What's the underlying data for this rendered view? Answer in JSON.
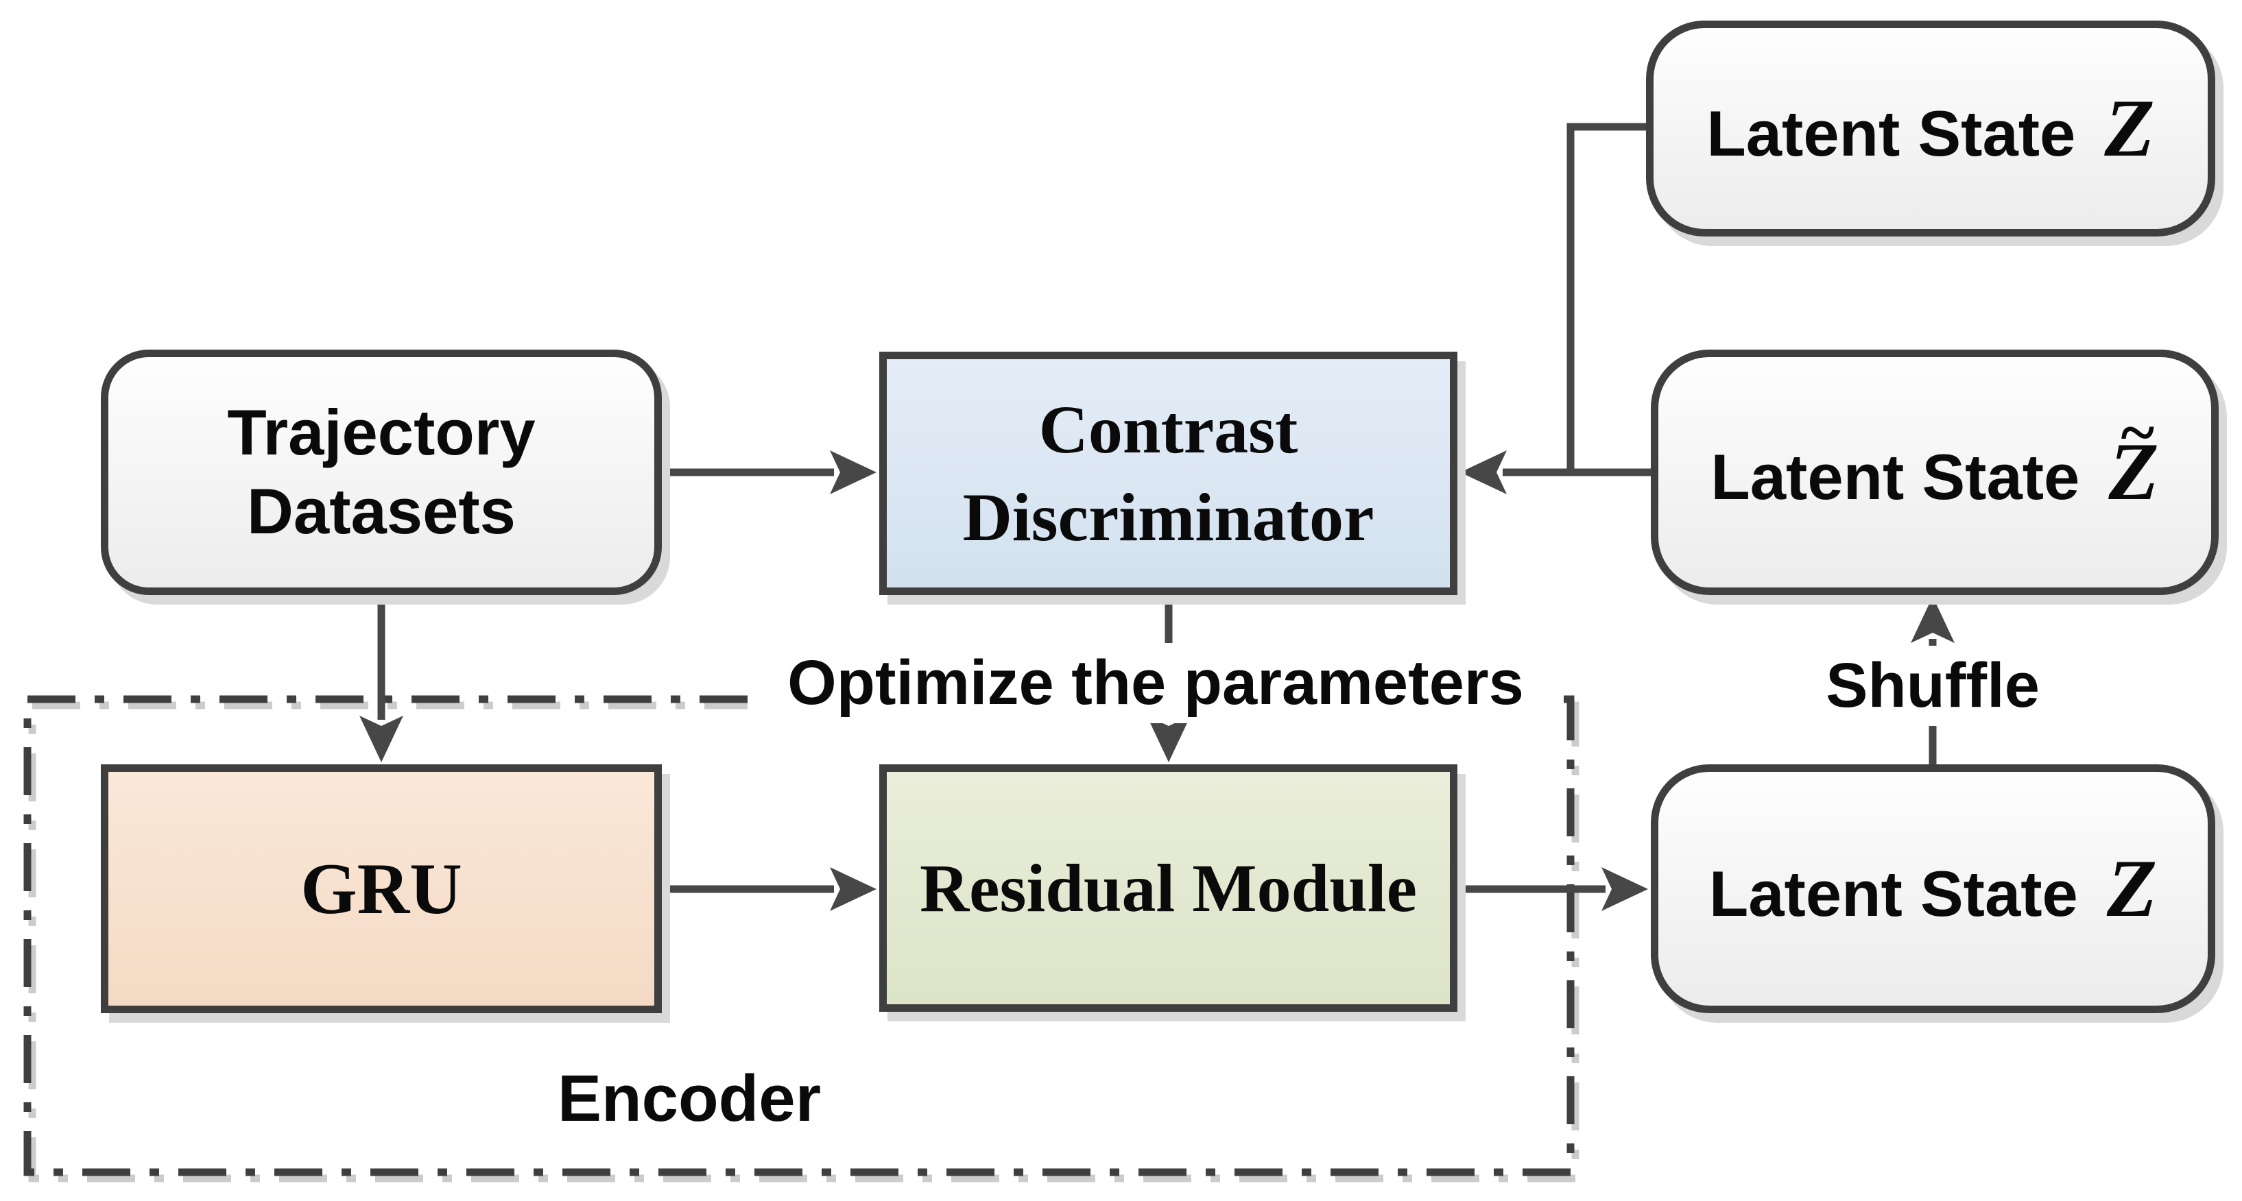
{
  "diagram": {
    "title_semantics": "contrastive trajectory representation learning architecture",
    "colors": {
      "background": "#ffffff",
      "outline": "#3f3f3f",
      "connector": "#474747",
      "shadow": "#d9d9d9",
      "latent_fill_top": "#fefefe",
      "latent_fill_bottom": "#ececec",
      "contrast_fill_top": "#e4edf7",
      "contrast_fill_bottom": "#d3e1ef",
      "gru_fill_top": "#fae8d9",
      "gru_fill_bottom": "#f4dac4",
      "residual_fill_top": "#eaeeda",
      "residual_fill_bottom": "#dce4c8"
    },
    "nodes": {
      "trajectory_datasets": {
        "line1": "Trajectory",
        "line2": "Datasets"
      },
      "contrast_discriminator": {
        "line1": "Contrast",
        "line2": "Discriminator"
      },
      "latent_state_top": {
        "prefix": "Latent State",
        "symbol": "Z"
      },
      "latent_state_shuffled": {
        "prefix": "Latent State",
        "symbol": "Z",
        "tilde": "~"
      },
      "latent_state_output": {
        "prefix": "Latent State",
        "symbol": "Z"
      },
      "gru": {
        "label": "GRU"
      },
      "residual_module": {
        "label": "Residual Module"
      }
    },
    "annotations": {
      "optimize": "Optimize the parameters",
      "shuffle": "Shuffle",
      "encoder": "Encoder"
    }
  }
}
